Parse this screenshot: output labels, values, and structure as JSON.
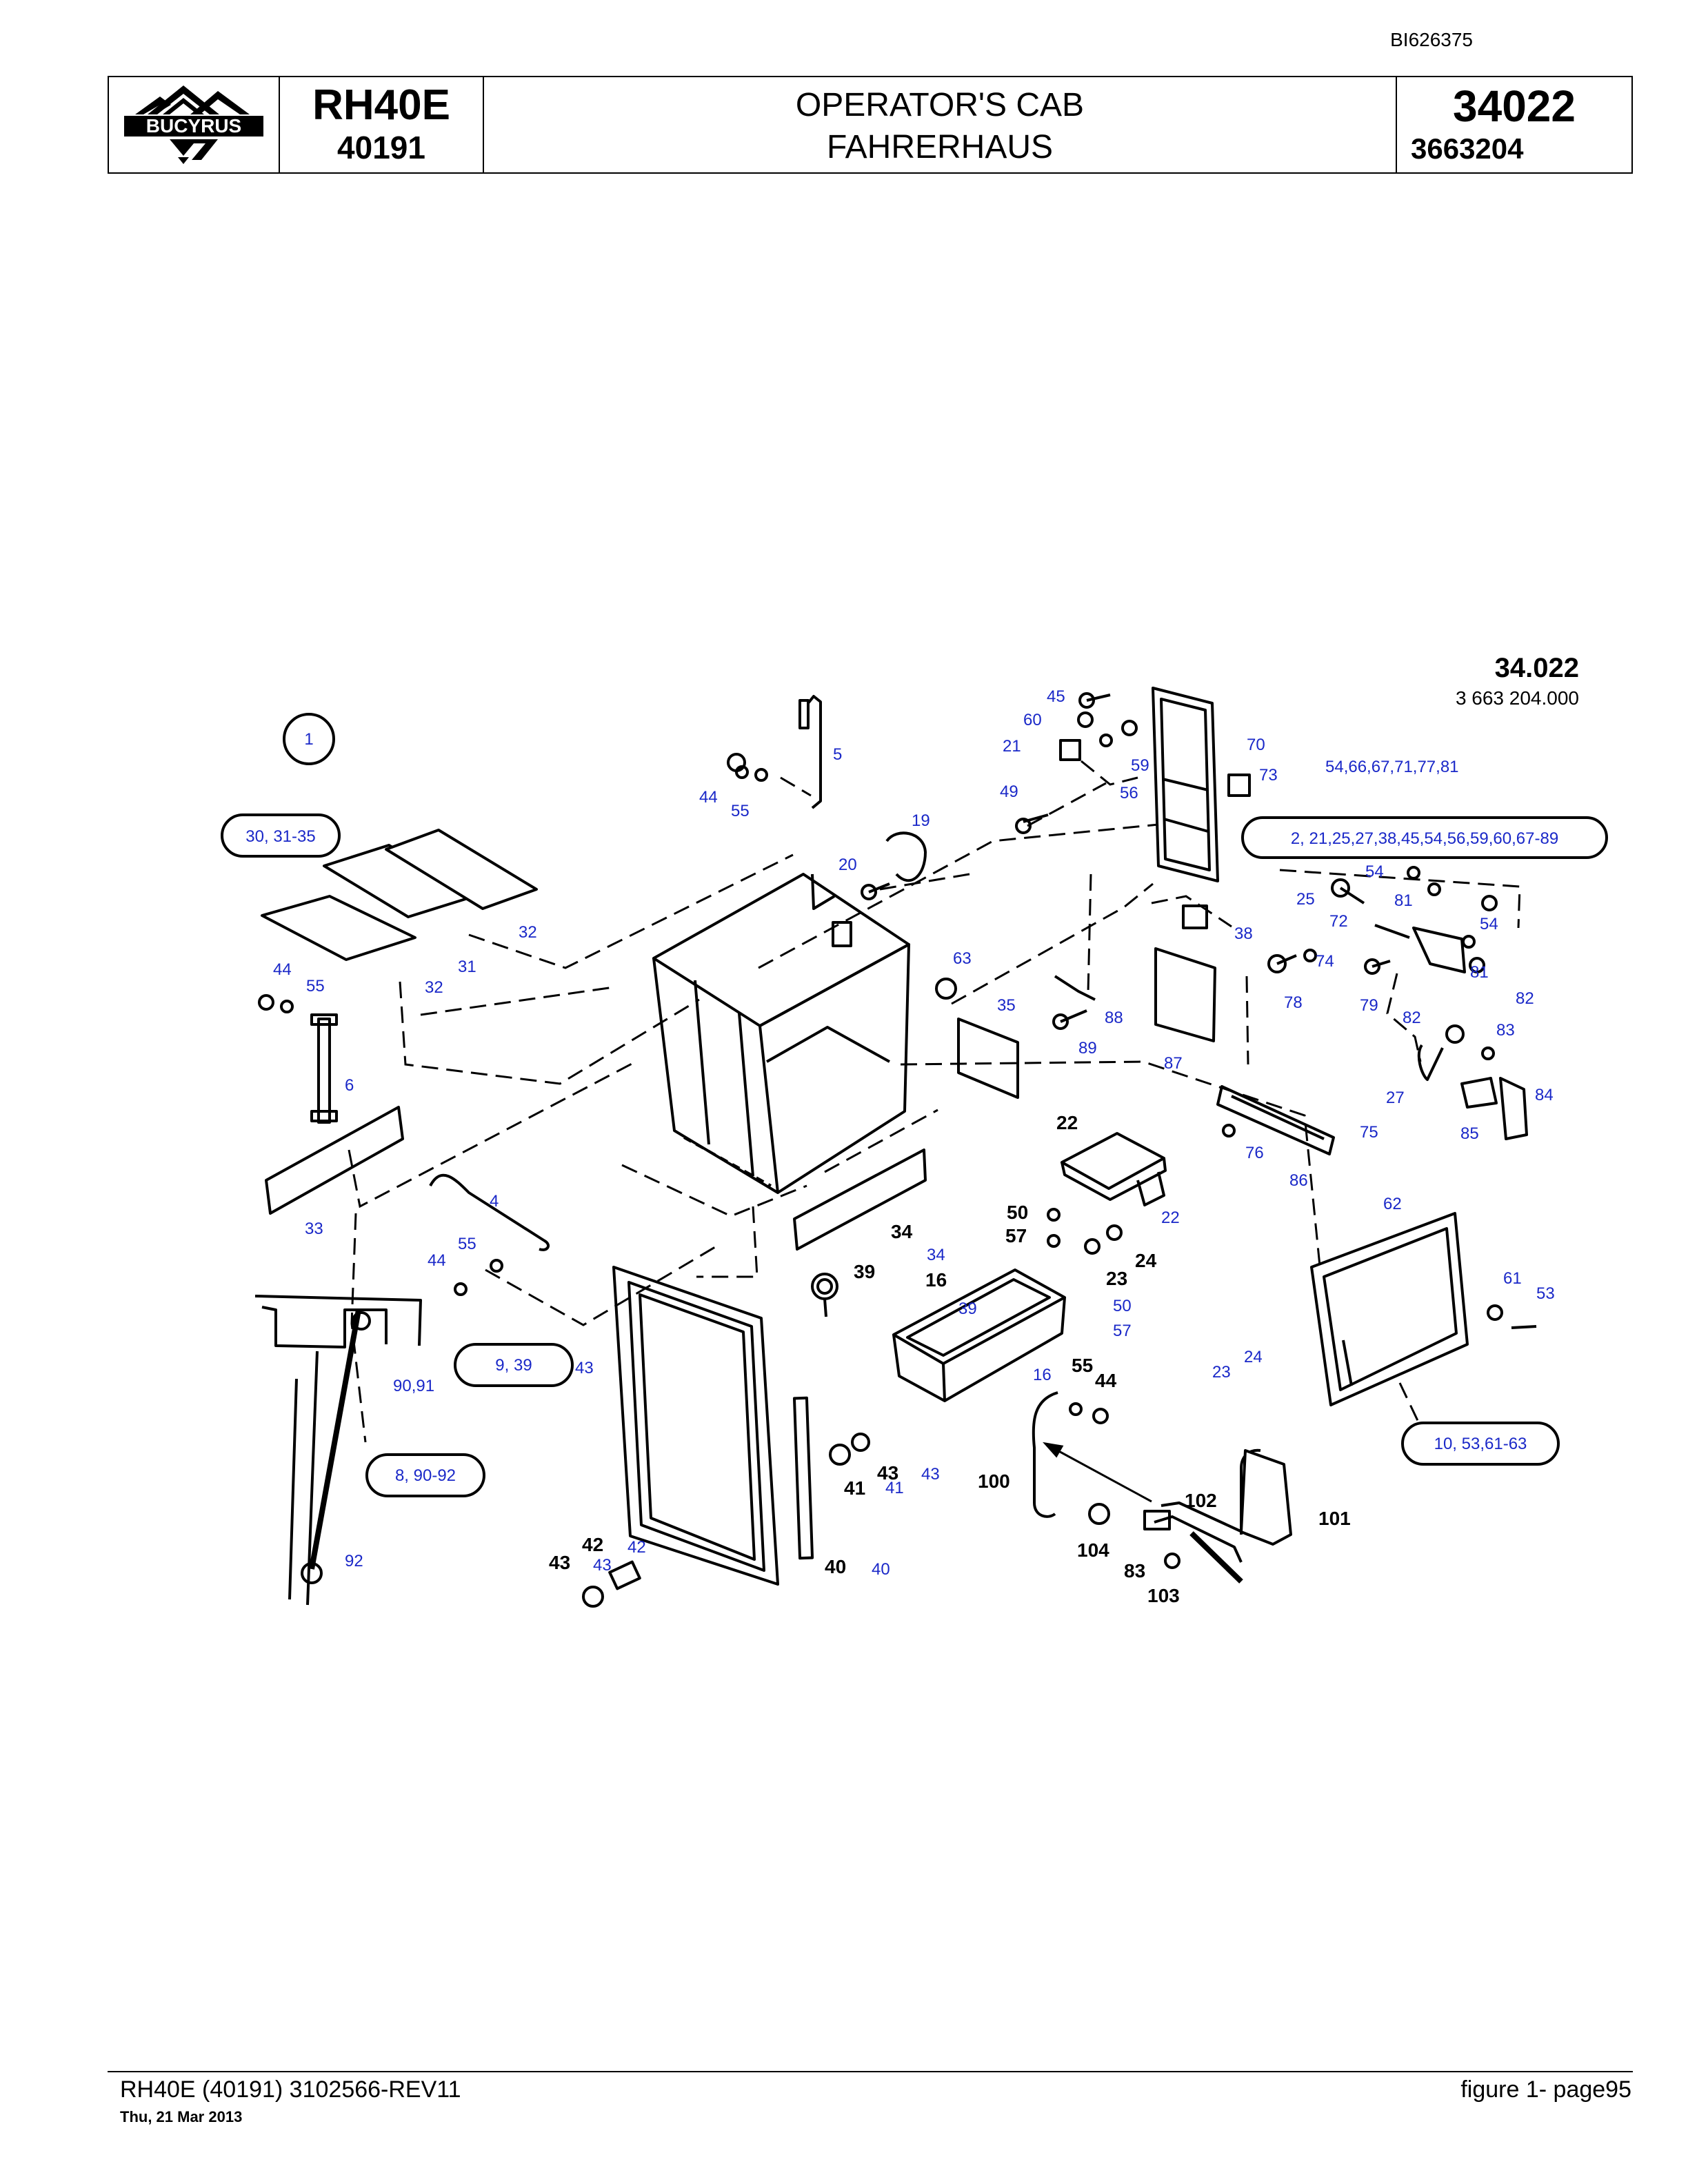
{
  "doc_id": "BI626375",
  "header": {
    "logo_text": "BUCYRUS",
    "model": "RH40E",
    "serial": "40191",
    "title_en": "OPERATOR'S CAB",
    "title_de": "FAHRERHAUS",
    "group_no": "34022",
    "part_no": "3663204"
  },
  "drawing": {
    "group_label": "34.022",
    "part_label": "3 663 204.000",
    "groups": {
      "g1": "1",
      "g30": "30, 31-35",
      "g2": "2, 21,25,27,38,45,54,56,59,60,67-89",
      "g54": "54,66,67,71,77,81",
      "g9": "9, 39",
      "g8": "8, 90-92",
      "g10": "10, 53,61-63",
      "g90": "90,91"
    },
    "callouts": [
      "45",
      "60",
      "70",
      "21",
      "59",
      "56",
      "73",
      "49",
      "5",
      "44",
      "55",
      "19",
      "20",
      "32",
      "31",
      "32",
      "44",
      "55",
      "63",
      "35",
      "88",
      "89",
      "87",
      "38",
      "54",
      "81",
      "25",
      "72",
      "54",
      "74",
      "78",
      "79",
      "81",
      "82",
      "82",
      "83",
      "27",
      "84",
      "85",
      "75",
      "76",
      "86",
      "6",
      "33",
      "4",
      "55",
      "44",
      "22",
      "22",
      "50",
      "57",
      "23",
      "24",
      "34",
      "34",
      "16",
      "39",
      "39",
      "62",
      "61",
      "53",
      "50",
      "57",
      "24",
      "23",
      "16",
      "55",
      "44",
      "43",
      "41",
      "43",
      "41",
      "43",
      "100",
      "102",
      "101",
      "104",
      "83",
      "103",
      "42",
      "42",
      "43",
      "43",
      "40",
      "40",
      "92"
    ]
  },
  "footer": {
    "left": "RH40E (40191) 3102566-REV11",
    "date": "Thu, 21 Mar 2013",
    "right": "figure  1- page95"
  }
}
